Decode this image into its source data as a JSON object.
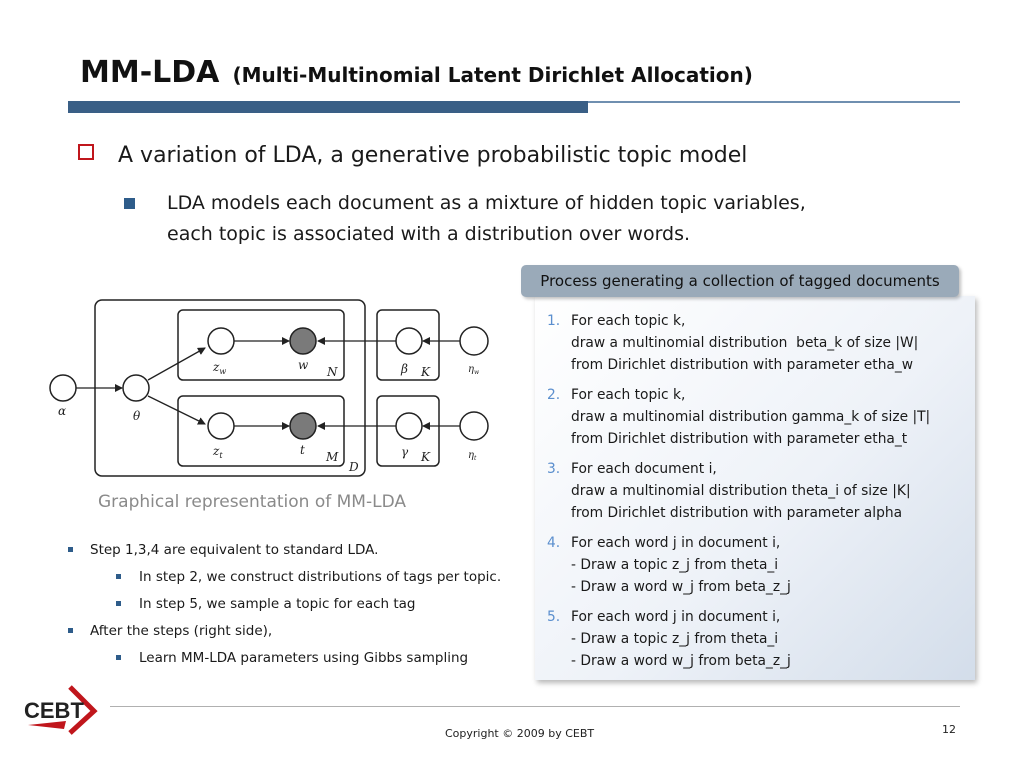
{
  "title": {
    "main": "MM-LDA",
    "sub": "(Multi-Multinomial Latent Dirichlet Allocation)"
  },
  "bullet1": "A variation of LDA, a generative probabilistic topic model",
  "bullet2": {
    "lines": [
      "LDA models each document as a mixture of hidden topic variables,",
      "each topic is associated with a distribution over words."
    ]
  },
  "diagram": {
    "labels": {
      "alpha": "α",
      "theta": "θ",
      "zw": "z",
      "zw_sub": "w",
      "w": "w",
      "N": "N",
      "zt": "z",
      "zt_sub": "t",
      "t": "t",
      "M": "M",
      "D": "D",
      "beta": "β",
      "K1": "K",
      "gamma": "γ",
      "K2": "K",
      "eta1": "η",
      "eta1_sub": "w",
      "eta2": "η",
      "eta2_sub": "t"
    },
    "colors": {
      "observed": "#7a7a7a",
      "hidden": "#ffffff",
      "stroke": "#222222"
    },
    "caption": "Graphical representation of MM-LDA"
  },
  "bottom_bullets": [
    {
      "level": 1,
      "text": "Step 1,3,4 are equivalent to standard LDA."
    },
    {
      "level": 2,
      "text": "In step 2, we construct distributions of tags per topic."
    },
    {
      "level": 2,
      "text": "In step 5, we sample a topic for each tag"
    },
    {
      "level": 1,
      "text": "After the steps (right side),"
    },
    {
      "level": 2,
      "text": "Learn MM-LDA parameters using Gibbs sampling"
    }
  ],
  "process": {
    "header": "Process generating a collection of tagged documents",
    "steps": [
      {
        "num": "1.",
        "lines": [
          "For each topic k,",
          "draw a multinomial distribution  beta_k of size |W|",
          "from Dirichlet distribution with parameter etha_w"
        ]
      },
      {
        "num": "2.",
        "lines": [
          "For each topic k,",
          "draw a multinomial distribution gamma_k of size |T|",
          "from Dirichlet distribution with parameter etha_t"
        ]
      },
      {
        "num": "3.",
        "lines": [
          "For each document i,",
          "draw a multinomial distribution theta_i of size |K|",
          "from Dirichlet distribution with parameter alpha"
        ]
      },
      {
        "num": "4.",
        "lines": [
          "For each word j in document i,",
          "- Draw a topic z_j from theta_i",
          "- Draw a word w_j from beta_z_j"
        ]
      },
      {
        "num": "5.",
        "lines": [
          "For each word j in document i,",
          "- Draw a topic z_j from theta_i",
          "- Draw a word w_j from beta_z_j"
        ]
      }
    ]
  },
  "footer": {
    "logo_text": "CEBT",
    "copyright": "Copyright © 2009 by CEBT",
    "page": "12",
    "colors": {
      "logo_red": "#c0161c",
      "accent_blue": "#3a5f86"
    }
  }
}
